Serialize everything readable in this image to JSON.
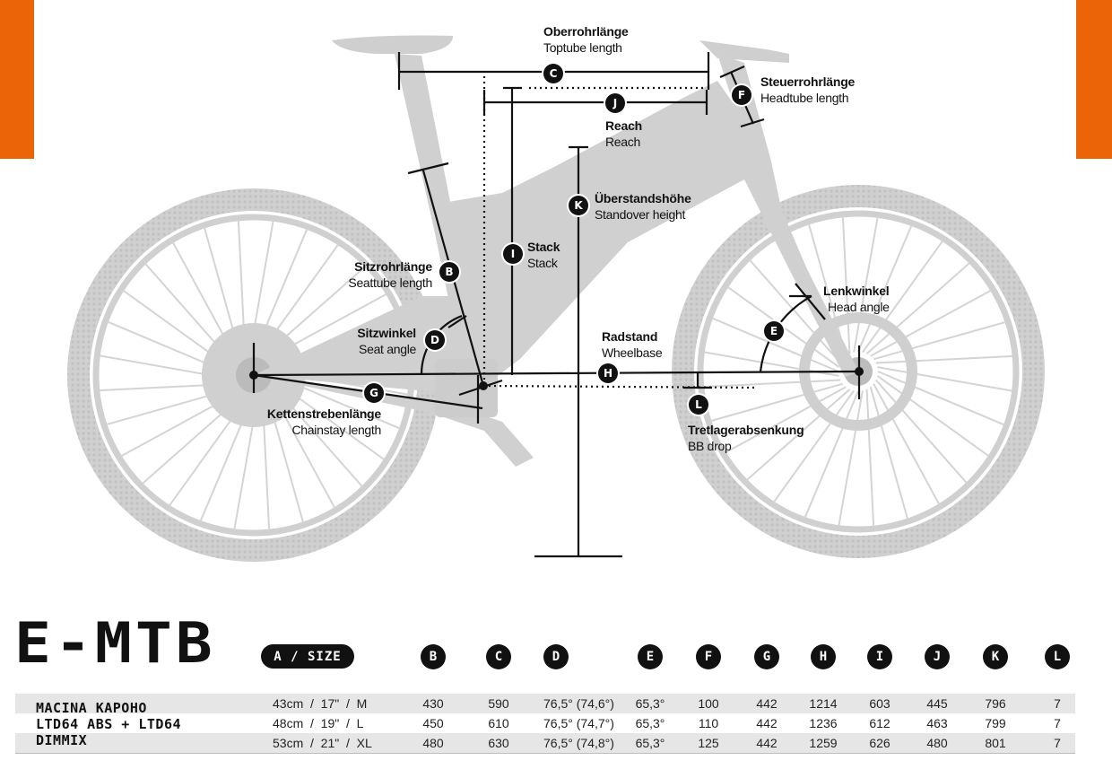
{
  "colors": {
    "accent": "#ec6408",
    "bike": "#cfcfcf",
    "ink": "#111111"
  },
  "labels": {
    "C": {
      "de": "Oberrohrlänge",
      "en": "Toptube length"
    },
    "F": {
      "de": "Steuerrohrlänge",
      "en": "Headtube length"
    },
    "J": {
      "de": "Reach",
      "en": "Reach"
    },
    "K": {
      "de": "Überstandshöhe",
      "en": "Standover height"
    },
    "I": {
      "de": "Stack",
      "en": "Stack"
    },
    "B": {
      "de": "Sitzrohrlänge",
      "en": "Seattube length"
    },
    "D": {
      "de": "Sitzwinkel",
      "en": "Seat angle"
    },
    "H": {
      "de": "Radstand",
      "en": "Wheelbase"
    },
    "E": {
      "de": "Lenkwinkel",
      "en": "Head angle"
    },
    "G": {
      "de": "Kettenstrebenlänge",
      "en": "Chainstay length"
    },
    "L": {
      "de": "Tretlagerabsenkung",
      "en": "BB drop"
    }
  },
  "badges": {
    "B": "B",
    "C": "C",
    "D": "D",
    "E": "E",
    "F": "F",
    "G": "G",
    "H": "H",
    "I": "I",
    "J": "J",
    "K": "K",
    "L": "L"
  },
  "table": {
    "title": "E-MTB",
    "size_header": "A / SIZE",
    "columns": [
      "B",
      "C",
      "D",
      "E",
      "F",
      "G",
      "H",
      "I",
      "J",
      "K",
      "L"
    ],
    "model_lines": [
      "MACINA KAPOHO",
      "LTD64 ABS + LTD64",
      "DIMMIX"
    ],
    "rows": [
      {
        "size": "43cm  /  17\"  /  M",
        "B": "430",
        "C": "590",
        "D": "76,5° (74,6°)",
        "E": "65,3°",
        "F": "100",
        "G": "442",
        "H": "1214",
        "I": "603",
        "J": "445",
        "K": "796",
        "L": "7"
      },
      {
        "size": "48cm  /  19\"  /  L",
        "B": "450",
        "C": "610",
        "D": "76,5° (74,7°)",
        "E": "65,3°",
        "F": "110",
        "G": "442",
        "H": "1236",
        "I": "612",
        "J": "463",
        "K": "799",
        "L": "7"
      },
      {
        "size": "53cm  /  21\"  /  XL",
        "B": "480",
        "C": "630",
        "D": "76,5° (74,8°)",
        "E": "65,3°",
        "F": "125",
        "G": "442",
        "H": "1259",
        "I": "626",
        "J": "480",
        "K": "801",
        "L": "7"
      }
    ]
  }
}
